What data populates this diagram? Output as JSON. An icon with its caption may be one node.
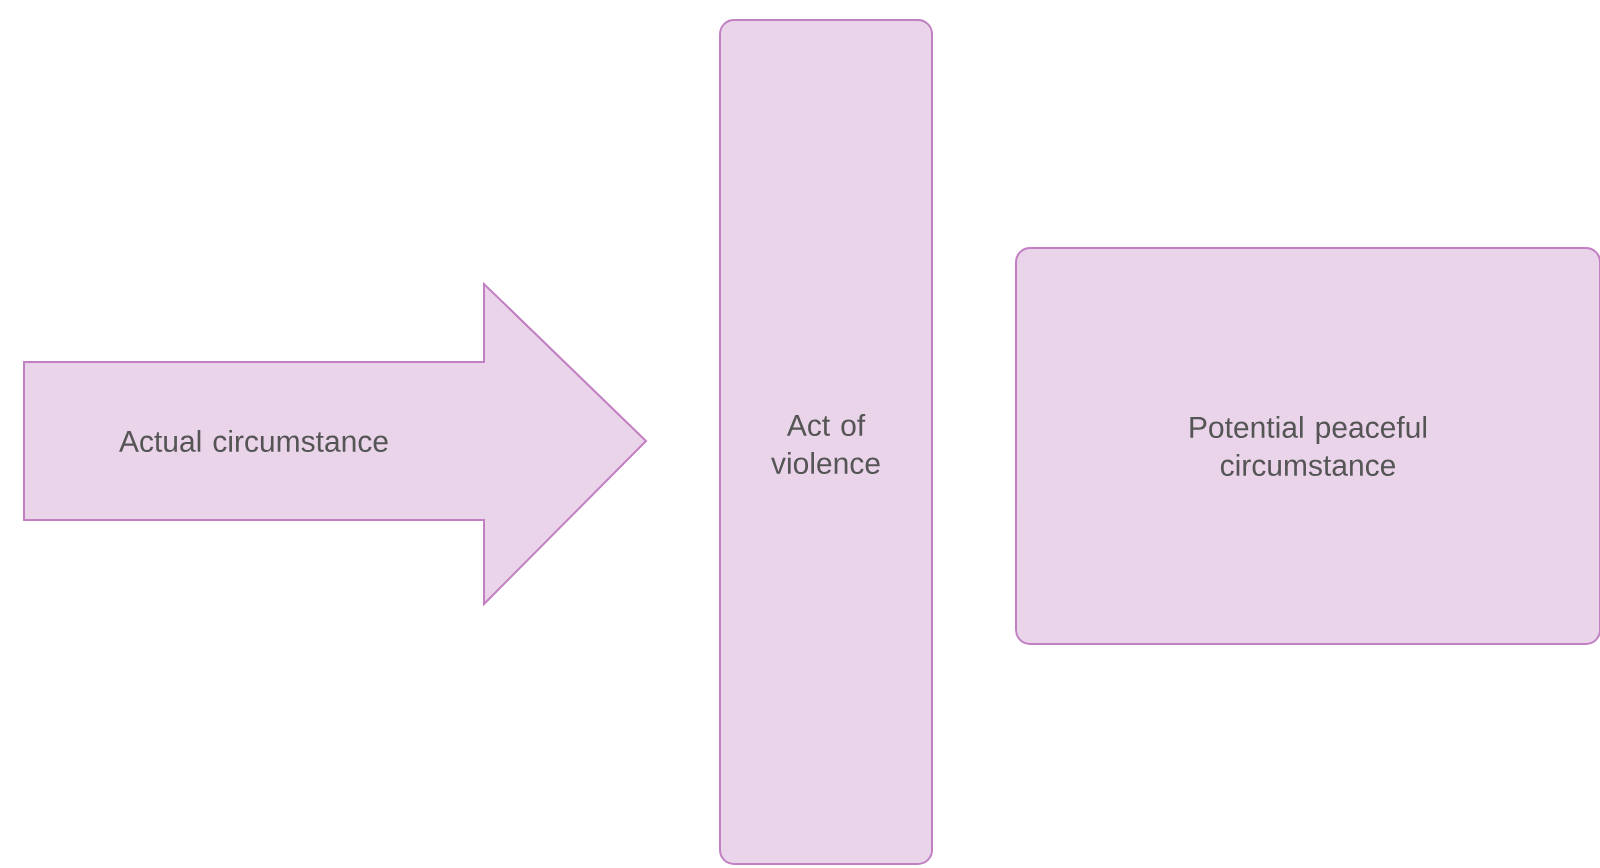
{
  "diagram": {
    "nodes": [
      {
        "text": [
          "Actual circumstance"
        ]
      },
      {
        "text": [
          "Act of violence"
        ]
      },
      {
        "text": [
          "Potential peaceful circumstance"
        ]
      }
    ]
  }
}
